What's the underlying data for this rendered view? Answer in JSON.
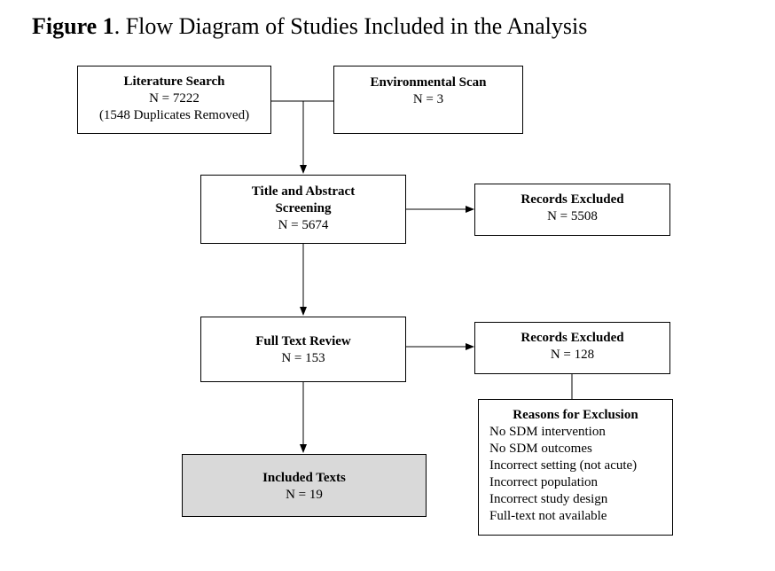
{
  "figure": {
    "label": "Figure 1",
    "caption": ". Flow Diagram of Studies Included in the Analysis"
  },
  "literature_search": {
    "title": "Literature Search",
    "count": "N = 7222",
    "note": "(1548 Duplicates Removed)"
  },
  "environmental_scan": {
    "title": "Environmental Scan",
    "count": "N = 3"
  },
  "screening": {
    "title_line1": "Title and Abstract",
    "title_line2": "Screening",
    "count": "N = 5674"
  },
  "excluded_screening": {
    "title": "Records Excluded",
    "count": "N = 5508"
  },
  "full_text": {
    "title": "Full Text Review",
    "count": "N = 153"
  },
  "excluded_full_text": {
    "title": "Records Excluded",
    "count": "N = 128"
  },
  "reasons": {
    "title": "Reasons for Exclusion",
    "items": [
      "No SDM intervention",
      "No SDM outcomes",
      "Incorrect setting (not acute)",
      "Incorrect population",
      "Incorrect study design",
      "Full-text not available"
    ]
  },
  "included": {
    "title": "Included Texts",
    "count": "N = 19"
  }
}
